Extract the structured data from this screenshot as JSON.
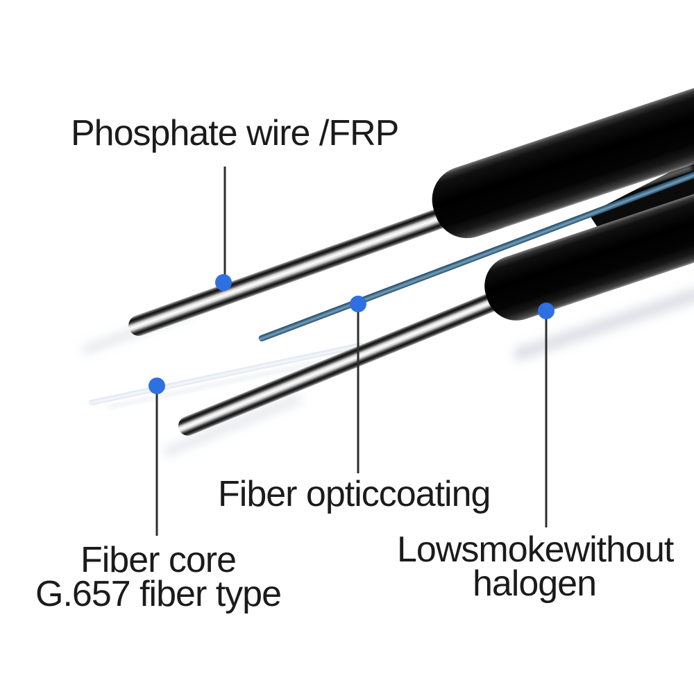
{
  "colors": {
    "background": "#ffffff",
    "marker_blue": "#2e70e2",
    "leader_line": "#2e2e2e",
    "label_text": "#1b1b1b",
    "cable_jacket_black": "#0b0b0b",
    "metal_wire_silver": "#d8d8d8",
    "fiber_coating_blue": "#4f7e9d",
    "fiber_core_white": "#eef2f7"
  },
  "callouts": {
    "phosphate_wire": {
      "label": "Phosphate wire /FRP"
    },
    "fiber_optic_coating": {
      "label": "Fiber opticcoating"
    },
    "fiber_core": {
      "line1": "Fiber core",
      "line2": "G.657 fiber type"
    },
    "low_smoke": {
      "line1": "Lowsmokewithout",
      "line2": "halogen"
    }
  }
}
